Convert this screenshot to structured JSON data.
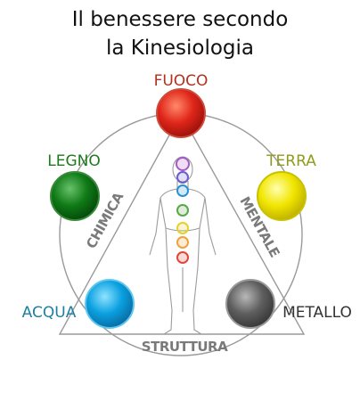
{
  "title": {
    "line1": "Il benessere secondo",
    "line2": "la Kinesiologia"
  },
  "elements": {
    "fuoco": {
      "label": "FUOCO",
      "color": "#e0261a",
      "text_color": "#b1301f"
    },
    "terra": {
      "label": "TERRA",
      "color": "#f1e600",
      "text_color": "#8f9a1e"
    },
    "metallo": {
      "label": "METALLO",
      "color": "#5e5e5e",
      "text_color": "#333333"
    },
    "acqua": {
      "label": "ACQUA",
      "color": "#0aa0e0",
      "text_color": "#1d7fa0"
    },
    "legno": {
      "label": "LEGNO",
      "color": "#0f7a16",
      "text_color": "#1e7a1e"
    }
  },
  "triangle_sides": {
    "left": "CHIMICA",
    "right": "MENTALE",
    "bottom": "STRUTTURA"
  },
  "chakra_colors": [
    "#a35cc4",
    "#6f5bd0",
    "#2a8fd3",
    "#58a84a",
    "#e8d02a",
    "#f0a238",
    "#e0463a"
  ]
}
